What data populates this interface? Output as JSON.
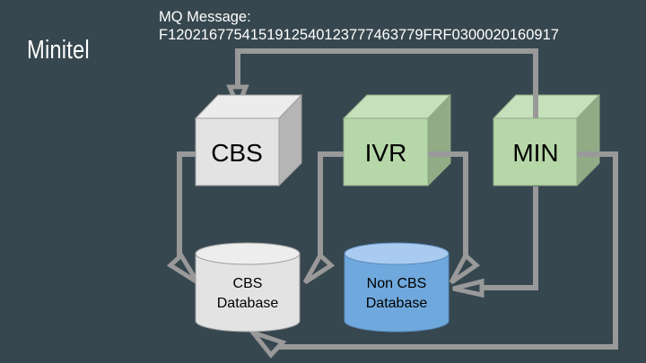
{
  "slide": {
    "title": "Minitel",
    "mq_message": {
      "label": "MQ Message:",
      "value": "F1202167754151912540123777463779FRF0300020160917"
    }
  },
  "diagram": {
    "nodes": [
      {
        "id": "cbs",
        "label": "CBS",
        "shape": "cube",
        "fill": "#e3e3e3"
      },
      {
        "id": "ivr",
        "label": "IVR",
        "shape": "cube",
        "fill": "#b6d7a8"
      },
      {
        "id": "min",
        "label": "MIN",
        "shape": "cube",
        "fill": "#b6d7a8"
      },
      {
        "id": "cbs_db",
        "label_line1": "CBS",
        "label_line2": "Database",
        "shape": "cylinder",
        "fill": "#e3e3e3"
      },
      {
        "id": "noncbs_db",
        "label_line1": "Non CBS",
        "label_line2": "Database",
        "shape": "cylinder",
        "fill": "#6fa8dc"
      }
    ],
    "edges": [
      {
        "from": "min",
        "to": "cbs",
        "label": "MQ Message"
      },
      {
        "from": "cbs",
        "to": "cbs_db"
      },
      {
        "from": "ivr",
        "to": "cbs_db"
      },
      {
        "from": "ivr",
        "to": "noncbs_db"
      },
      {
        "from": "min",
        "to": "noncbs_db"
      },
      {
        "from": "min",
        "to": "cbs_db"
      }
    ],
    "colors": {
      "background": "#37474f",
      "connector": "#999999",
      "text": "#000000",
      "title": "#ffffff"
    }
  }
}
